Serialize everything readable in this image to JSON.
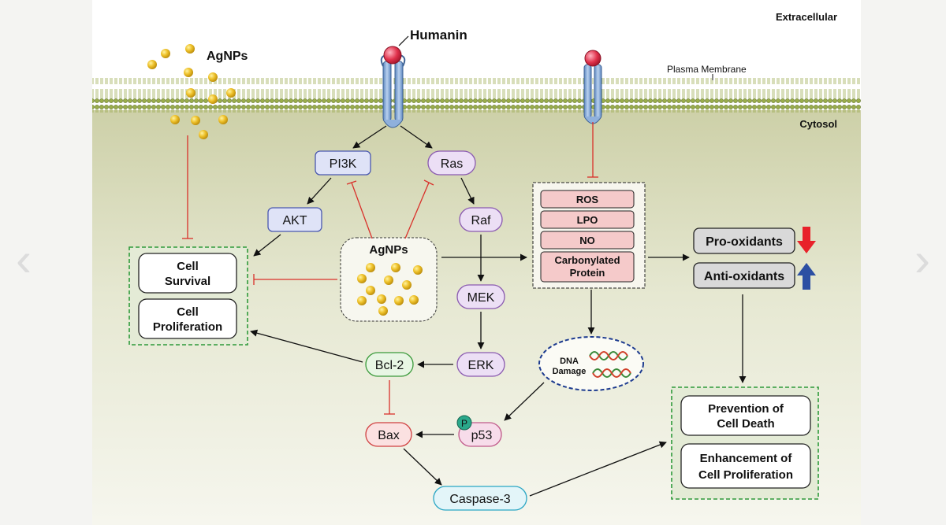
{
  "regions": {
    "extracellular": "Extracellular",
    "plasma_membrane": "Plasma Membrane",
    "cytosol": "Cytosol"
  },
  "humanin": "Humanin",
  "agnps_outside": "AgNPs",
  "agnps_center": "AgNPs",
  "nodes": {
    "pi3k": "PI3K",
    "ras": "Ras",
    "akt": "AKT",
    "raf": "Raf",
    "mek": "MEK",
    "erk": "ERK",
    "bcl2": "Bcl-2",
    "bax": "Bax",
    "p53": "p53",
    "p53_phospho": "P",
    "caspase3": "Caspase-3"
  },
  "survival_box": [
    "Cell Survival",
    "Cell Proliferation"
  ],
  "stress_markers": [
    "ROS",
    "LPO",
    "NO",
    "Carbonylated Protein"
  ],
  "dna_damage": [
    "DNA",
    "Damage"
  ],
  "oxidants": [
    {
      "label": "Pro-oxidants",
      "direction": "down",
      "color": "#e8222a"
    },
    {
      "label": "Anti-oxidants",
      "direction": "up",
      "color": "#2c4fa3"
    }
  ],
  "outcome_box": [
    "Prevention of Cell Death",
    "Enhancement of Cell Proliferation"
  ],
  "nav": {
    "prev": "‹",
    "next": "›"
  },
  "colors": {
    "activation_arrow": "#111111",
    "inhibition_line": "#d9302a",
    "nanoparticle": "#e8b820",
    "receptor": "#7fa6d6",
    "ligand": "#e0314b",
    "dashed_green": "#2e9a3a",
    "marker_fill": "#f5caca",
    "dna_ring": "#1d3b8f"
  }
}
